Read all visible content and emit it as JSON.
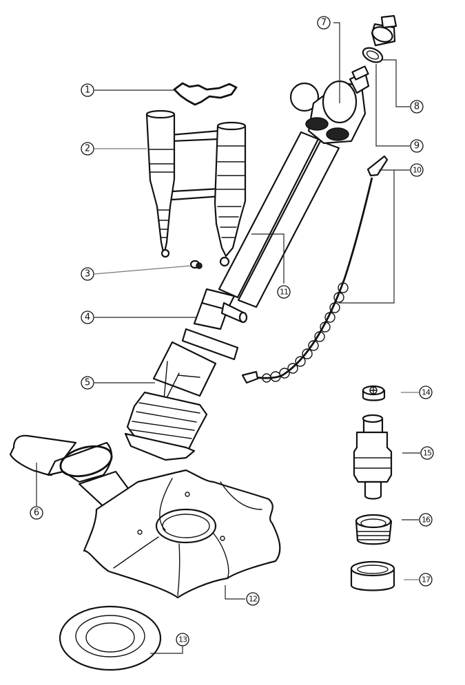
{
  "title": "Pool cleaner exploded parts diagram",
  "callouts": [
    {
      "number": "1",
      "part": "gasket"
    },
    {
      "number": "2",
      "part": "twin-tube-frame"
    },
    {
      "number": "3",
      "part": "small-nut"
    },
    {
      "number": "4",
      "part": "swivel-connector"
    },
    {
      "number": "5",
      "part": "foot-pad-housing"
    },
    {
      "number": "6",
      "part": "wing-flap"
    },
    {
      "number": "7",
      "part": "head-manifold"
    },
    {
      "number": "8",
      "part": "hose-coupling"
    },
    {
      "number": "9",
      "part": "o-ring"
    },
    {
      "number": "10",
      "part": "segmented-cable"
    },
    {
      "number": "11",
      "part": "hose-tubes"
    },
    {
      "number": "12",
      "part": "disc-skirt"
    },
    {
      "number": "13",
      "part": "base-ring"
    },
    {
      "number": "14",
      "part": "cap"
    },
    {
      "number": "15",
      "part": "valve-cylinder"
    },
    {
      "number": "16",
      "part": "threaded-collar"
    },
    {
      "number": "17",
      "part": "ring-seal"
    }
  ],
  "colors": {
    "line": "#111111",
    "background": "#ffffff"
  }
}
